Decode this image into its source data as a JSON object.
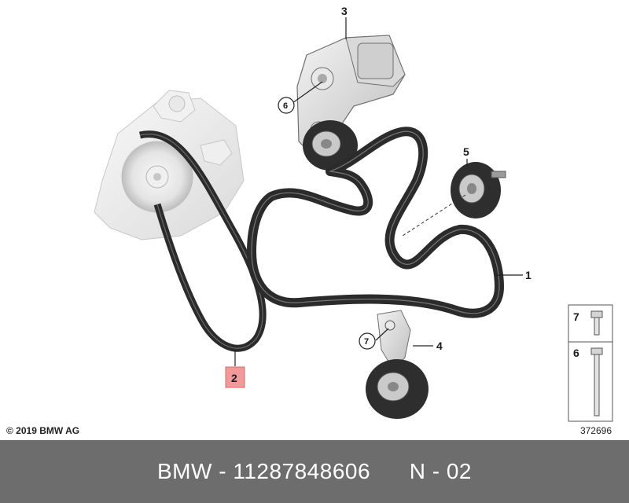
{
  "callouts": {
    "c1": "1",
    "c2": "2",
    "c3": "3",
    "c4": "4",
    "c5": "5",
    "c6": "6",
    "c7": "7"
  },
  "legend": {
    "item7": "7",
    "item6": "6"
  },
  "copyright": "© 2019 BMW AG",
  "reference_number": "372696",
  "footer": {
    "brand": "BMW",
    "sep1": " - ",
    "part_number": "11287848606",
    "sep2": "      ",
    "code": "N - 02"
  },
  "colors": {
    "belt": "#2b2b2b",
    "highlight_box": "#f29a9a",
    "footer_bg": "#6d6d6d",
    "footer_text": "#ffffff"
  }
}
